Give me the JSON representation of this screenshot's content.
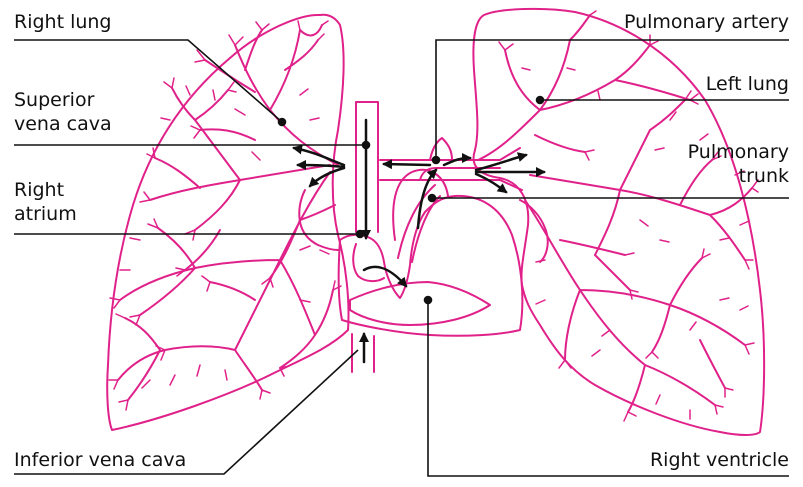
{
  "colors": {
    "outline": "#e0218a",
    "leader": "#111111",
    "arrow": "#111111",
    "background": "#ffffff"
  },
  "labels": {
    "right_lung": "Right lung",
    "superior_vena_cava_line1": "Superior",
    "superior_vena_cava_line2": "vena cava",
    "right_atrium_line1": "Right",
    "right_atrium_line2": "atrium",
    "inferior_vena_cava": "Inferior vena cava",
    "pulmonary_artery": "Pulmonary artery",
    "left_lung": "Left lung",
    "pulmonary_trunk_line1": "Pulmonary",
    "pulmonary_trunk_line2": "trunk",
    "right_ventricle": "Right ventricle"
  }
}
